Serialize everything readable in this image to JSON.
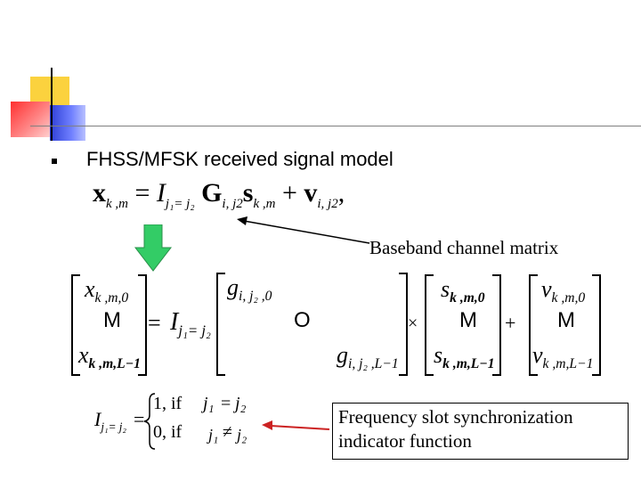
{
  "bullet_text": "FHSS/MFSK received signal model",
  "equation": {
    "lhs_var": "x",
    "lhs_sub": "k ,m",
    "equals": "=",
    "I": "I",
    "I_sub": "j₁= j₂",
    "G": "G",
    "G_sub": "i, j2",
    "s": "s",
    "s_sub": "k ,m",
    "plus": "+",
    "v": "v",
    "v_sub": "i, j2",
    "comma": ","
  },
  "label_baseband": "Baseband channel matrix",
  "matrix": {
    "x_top": "x",
    "x_top_sub": "k ,m,0",
    "x_dots": "M",
    "x_bot": "x",
    "x_bot_sub": "k ,m,L−1",
    "equals": "=",
    "I": "I",
    "I_sub": "j₁= j₂",
    "g_top": "g",
    "g_top_sub": "i, j₂ ,0",
    "g_dots": "O",
    "g_bot": "g",
    "g_bot_sub": "i, j₂ ,L−1",
    "times": "×",
    "s_top": "s",
    "s_top_sub": "k ,m,0",
    "s_dots": "M",
    "s_bot": "s",
    "s_bot_sub": "k ,m,L−1",
    "plus": "+",
    "v_top": "v",
    "v_top_sub": "k ,m,0",
    "v_dots": "M",
    "v_bot": "v",
    "v_bot_sub": "k ,m,L−1"
  },
  "indicator": {
    "I": "I",
    "I_sub": "j₁= j₂",
    "equals": "=",
    "case1_val": "1, if",
    "case1_cond_a": "j₁",
    "case1_op": "=",
    "case1_cond_b": "j₂",
    "case2_val": "0, if",
    "case2_cond_a": "j₁",
    "case2_op": "≠",
    "case2_cond_b": "j₂"
  },
  "label_indicator": "Frequency slot synchronization indicator function",
  "colors": {
    "yellow": "#fbd23e",
    "red": "#ff3030",
    "blue": "#2e3fd6",
    "green_arrow": "#33cc66",
    "red_arrow": "#cc2222"
  }
}
